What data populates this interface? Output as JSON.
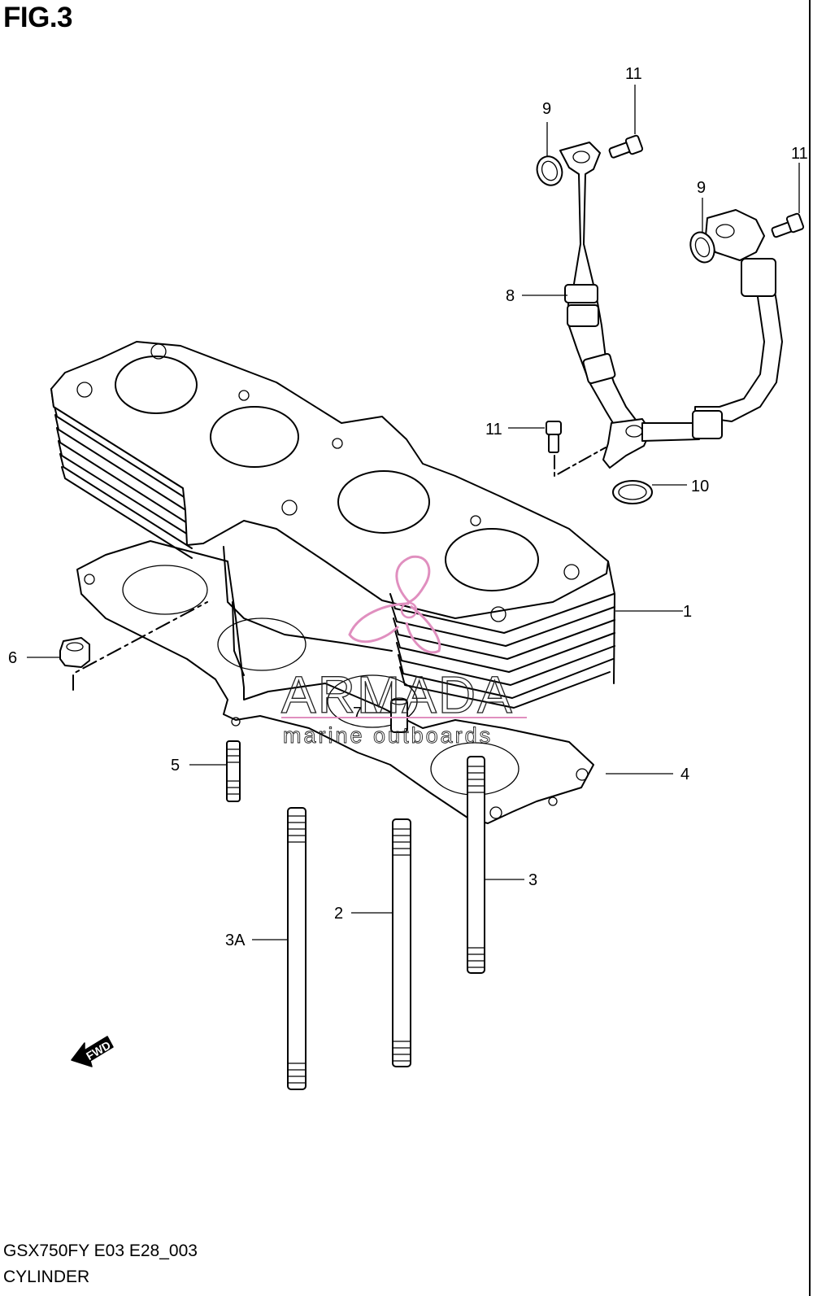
{
  "figure": {
    "title": "FIG.3",
    "model_code": "GSX750FY E03 E28_003",
    "section_name": "CYLINDER"
  },
  "watermark": {
    "brand": "ARMADA",
    "tagline": "marine outboards",
    "logo_color": "#e08fbf"
  },
  "direction_arrow": {
    "label": "FWD"
  },
  "callouts": [
    {
      "id": "c1",
      "label": "1"
    },
    {
      "id": "c2",
      "label": "2"
    },
    {
      "id": "c3",
      "label": "3"
    },
    {
      "id": "c3a",
      "label": "3A"
    },
    {
      "id": "c4",
      "label": "4"
    },
    {
      "id": "c5",
      "label": "5"
    },
    {
      "id": "c6",
      "label": "6"
    },
    {
      "id": "c7",
      "label": "7"
    },
    {
      "id": "c8",
      "label": "8"
    },
    {
      "id": "c9a",
      "label": "9"
    },
    {
      "id": "c9b",
      "label": "9"
    },
    {
      "id": "c10",
      "label": "10"
    },
    {
      "id": "c11a",
      "label": "11"
    },
    {
      "id": "c11b",
      "label": "11"
    },
    {
      "id": "c11c",
      "label": "11"
    }
  ]
}
